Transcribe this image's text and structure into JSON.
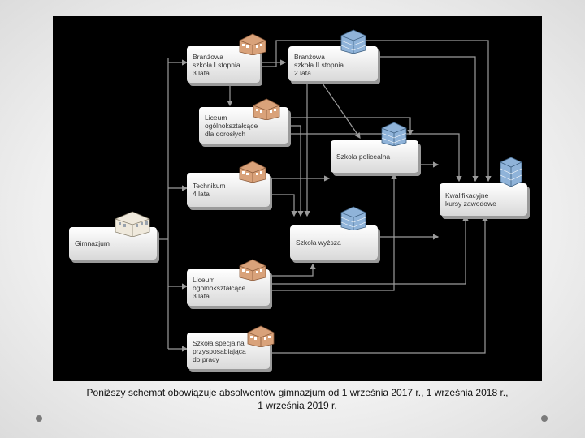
{
  "nodes": {
    "branzowa1": "Branżowa\nszkoła I stopnia\n3 lata",
    "branzowa2": "Branżowa\nszkoła II stopnia\n2 lata",
    "liceum_dorosli": "Liceum\nogólnokształcące\ndla dorosłych",
    "policealna": "Szkoła policealna",
    "technikum": "Technikum\n4 lata",
    "kwalifikacyjne": "Kwalifikacyjne\nkursy zawodowe",
    "gimnazjum": "Gimnazjum",
    "wyzsza": "Szkoła wyższa",
    "liceum3": "Liceum\nogólnokształcące\n3 lata",
    "specjalna": "Szkoła specjalna\nprzysposabiająca\ndo pracy"
  },
  "caption": {
    "line1": "Poniższy schemat obowiązuje absolwentów gimnazjum od 1 września 2017 r., 1 września 2018 r.,",
    "line2": "1 września 2019 r."
  },
  "colors": {
    "diagram_bg": "#000000",
    "arrow": "#9b9b9b",
    "brick": "#d9a27a",
    "glass": "#8fb3d9"
  },
  "icons": [
    "brick-building-icon",
    "glass-building-icon"
  ]
}
